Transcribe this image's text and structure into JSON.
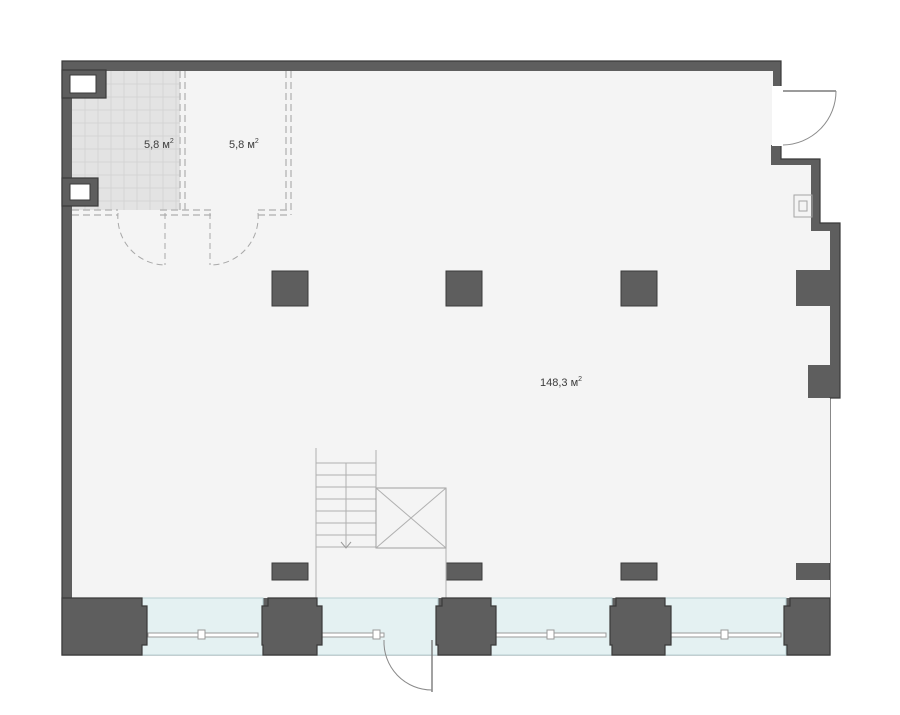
{
  "rooms": [
    {
      "area": "5,8",
      "unit": "м",
      "power": "2"
    },
    {
      "area": "5,8",
      "unit": "м",
      "power": "2"
    },
    {
      "area": "148,3",
      "unit": "м",
      "power": "2"
    }
  ],
  "colors": {
    "wall": "#5e5e5e",
    "floor": "#f4f4f4",
    "glazing": "#e4f1f2",
    "wet_room_tile": "#e3e3e3"
  },
  "icons": [
    "stair-arrow-icon",
    "elevator-shaft-icon",
    "door-swing-icon"
  ]
}
